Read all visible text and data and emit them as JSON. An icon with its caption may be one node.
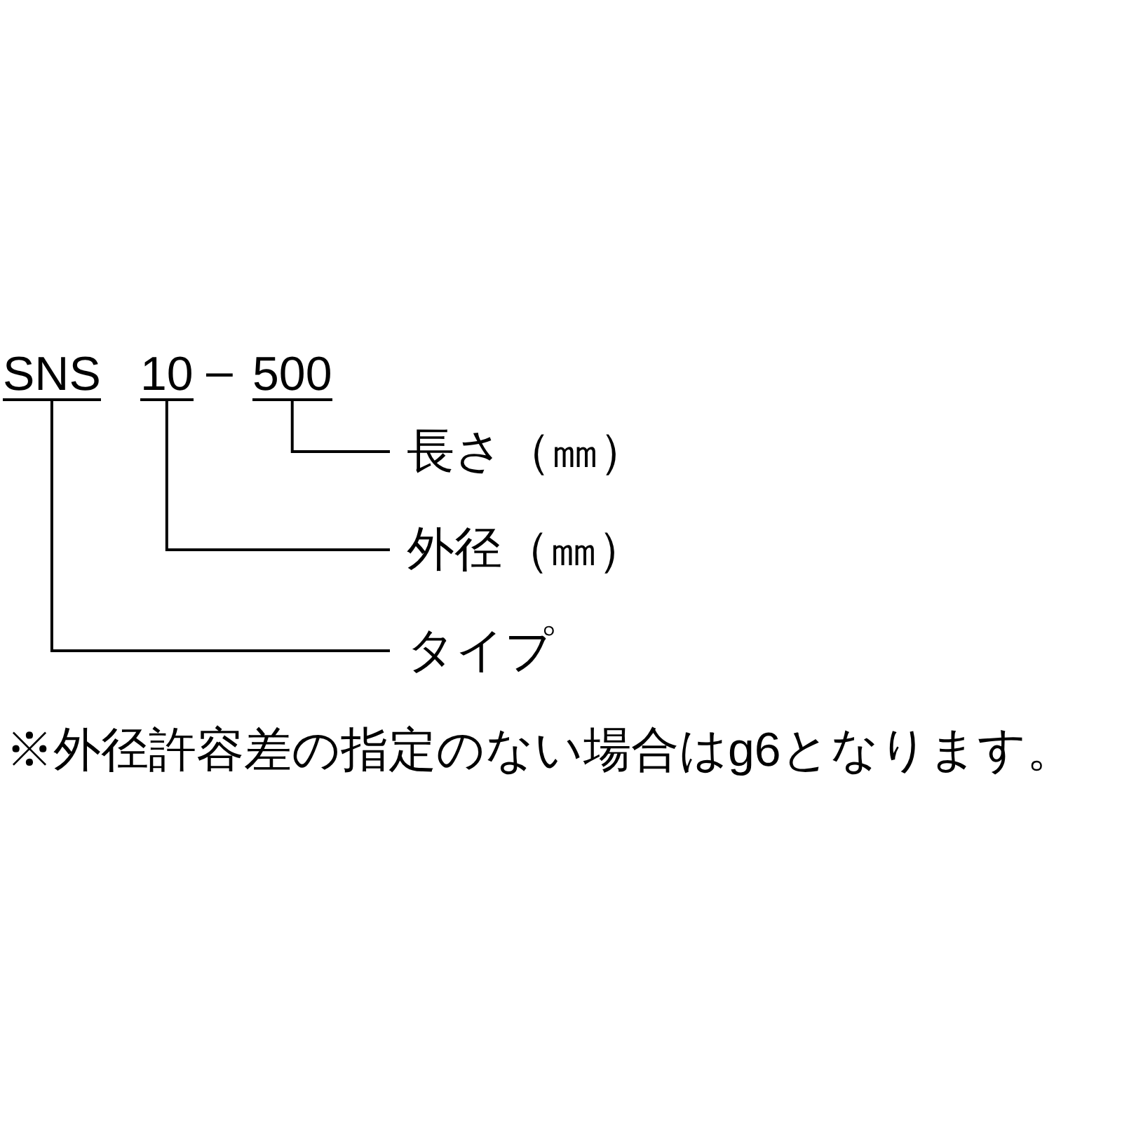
{
  "diagram": {
    "nodes": [
      {
        "text": [
          "SNS"
        ]
      },
      {
        "text": [
          "10"
        ]
      },
      {
        "text": [
          "500"
        ]
      },
      {
        "text": [
          "長さ（㎜）"
        ]
      },
      {
        "text": [
          "外径（㎜）"
        ]
      },
      {
        "text": [
          "タイプ"
        ]
      }
    ],
    "edges": [
      {
        "from": 2,
        "to": 3,
        "arrow": "none"
      },
      {
        "from": 1,
        "to": 4,
        "arrow": "none"
      },
      {
        "from": 0,
        "to": 5,
        "arrow": "none"
      }
    ],
    "labels": [
      "–",
      "※外径許容差の指定のない場合はg6となります。"
    ]
  }
}
